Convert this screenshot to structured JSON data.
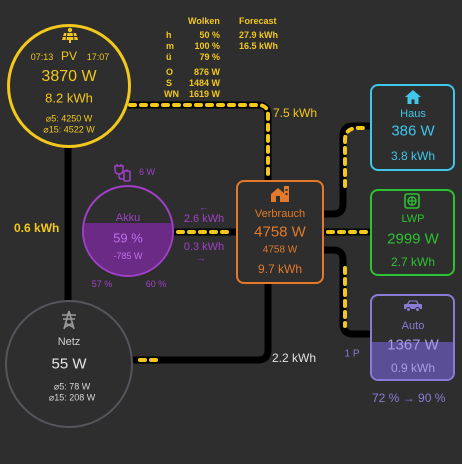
{
  "colors": {
    "pv": "#f2c81d",
    "akku": "#a040c8",
    "verbrauch": "#e3792a",
    "netz": "#8a8a8a",
    "haus": "#3fc6e8",
    "lwp": "#2cc231",
    "auto": "#8b7bd6",
    "flow_dash": "#f2c81d",
    "line": "#000000",
    "background": "#2e2e2e"
  },
  "weather": {
    "header_wolken": "Wolken",
    "header_forecast": "Forecast",
    "rows": [
      {
        "label": "h",
        "wolken": "50 %",
        "forecast": "27.9 kWh"
      },
      {
        "label": "m",
        "wolken": "100 %",
        "forecast": "16.5 kWh"
      },
      {
        "label": "ü",
        "wolken": "79 %",
        "forecast": ""
      }
    ],
    "power_rows": [
      {
        "label": "O",
        "value": "876 W"
      },
      {
        "label": "S",
        "value": "1484 W"
      },
      {
        "label": "WN",
        "value": "1619 W"
      }
    ]
  },
  "pv": {
    "icon": "solar-panel-icon",
    "sunrise": "07:13",
    "label": "PV",
    "sunset": "17:07",
    "power": "3870 W",
    "energy": "8.2 kWh",
    "avg5": "⌀5: 4250 W",
    "avg15": "⌀15: 4522 W"
  },
  "akku": {
    "icon": "battery-charging-icon",
    "icon_power": "6 W",
    "label": "Akku",
    "soc": "59 %",
    "power": "-785 W",
    "min": "57 %",
    "max": "60 %",
    "soc_fraction": 0.59,
    "in_arrow": "←",
    "in_energy": "2.6 kWh",
    "out_energy": "0.3 kWh",
    "out_arrow": "→"
  },
  "verbrauch": {
    "icon": "house-factory-icon",
    "label": "Verbrauch",
    "power": "4758 W",
    "power2": "4758 W",
    "energy": "9.7 kWh"
  },
  "netz": {
    "icon": "power-pylon-icon",
    "label": "Netz",
    "power": "55 W",
    "avg5": "⌀5: 78 W",
    "avg15": "⌀15: 208 W"
  },
  "haus": {
    "icon": "home-icon",
    "label": "Haus",
    "power": "386 W",
    "energy": "3.8 kWh"
  },
  "lwp": {
    "icon": "heat-pump-icon",
    "label": "LWP",
    "power": "2999 W",
    "energy": "2.7 kWh"
  },
  "auto": {
    "icon": "car-icon",
    "label": "Auto",
    "power": "1367 W",
    "energy": "0.9 kWh",
    "phases": "1 P",
    "soc_from": "72 %",
    "soc_arrow": "→",
    "soc_to": "90 %",
    "fill_fraction": 0.45
  },
  "flows": {
    "pv_to_verbrauch": "7.5 kWh",
    "pv_to_netz": "0.6 kWh",
    "netz_to_verbrauch": "2.2 kWh"
  }
}
